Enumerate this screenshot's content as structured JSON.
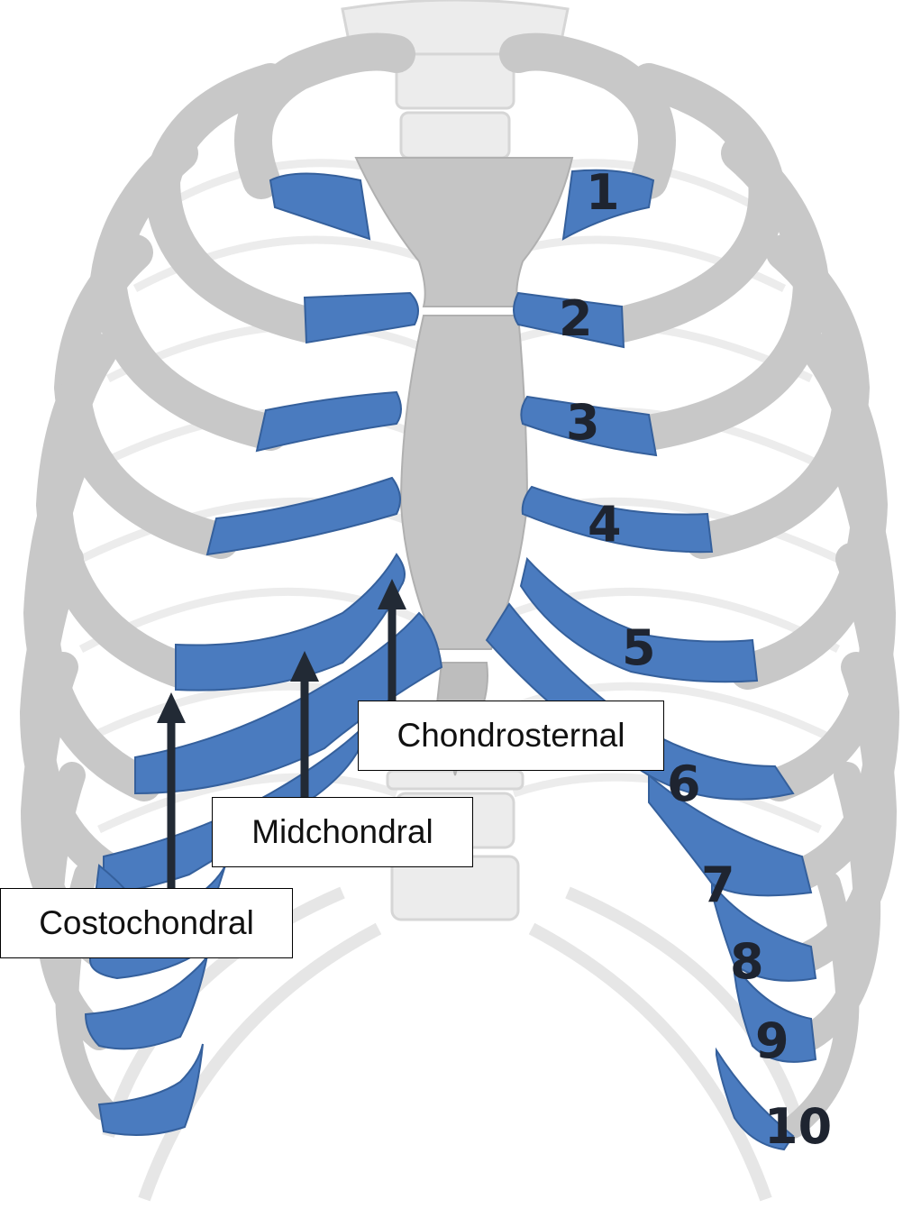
{
  "colors": {
    "bone": "#c8c8c8",
    "bone_light": "#e3e3e3",
    "bone_outline": "#b5b5b5",
    "cartilage": "#4a7bbf",
    "cartilage_edge": "#35609c",
    "arrow": "#222a35",
    "label_text": "#1e2430"
  },
  "rib_numbers": [
    "1",
    "2",
    "3",
    "4",
    "5",
    "6",
    "7",
    "8",
    "9",
    "10"
  ],
  "joint_labels": {
    "chondrosternal": "Chondrosternal",
    "midchondral": "Midchondral",
    "costochondral": "Costochondral"
  },
  "icons": {
    "arrow": "up-arrow-icon"
  }
}
